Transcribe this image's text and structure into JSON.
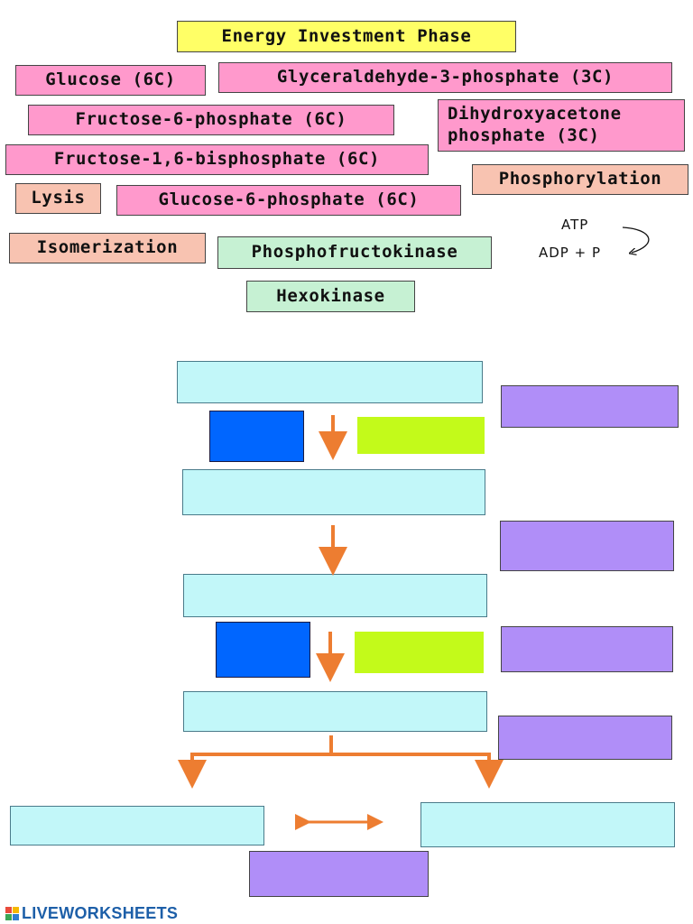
{
  "title": "Energy Investment Phase",
  "labels": {
    "glucose": "Glucose (6C)",
    "g3p": "Glyceraldehyde-3-phosphate (3C)",
    "f6p": "Fructose-6-phosphate (6C)",
    "dhap": "Dihydroxyacetone\nphosphate (3C)",
    "f16bp": "Fructose-1,6-bisphosphate (6C)",
    "phosphorylation": "Phosphorylation",
    "lysis": "Lysis",
    "g6p": "Glucose-6-phosphate (6C)",
    "isomerization": "Isomerization",
    "pfk": "Phosphofructokinase",
    "hexokinase": "Hexokinase"
  },
  "atp_legend": {
    "atp": "ATP",
    "adp": "ADP + P"
  },
  "colors": {
    "substrate_pink": "#ff99cc",
    "process_salmon": "#f8c3b1",
    "enzyme_mint": "#c6f1d3",
    "title_yellow": "#ffff66",
    "blank_cyan": "#c2f7f9",
    "blank_purple": "#b08ef8",
    "blank_blue": "#0066ff",
    "blank_lime": "#c3fa1a",
    "arrow_orange": "#ed7d31"
  },
  "footer": {
    "brand": "LIVEWORKSHEETS",
    "logo_icon": "colored-squares-icon"
  }
}
